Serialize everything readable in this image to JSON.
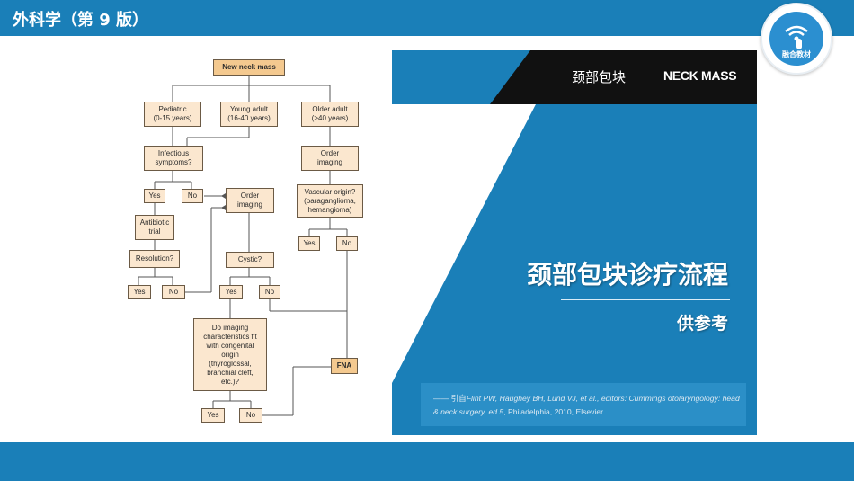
{
  "header": {
    "title": "外科学（第 9 版）"
  },
  "logo": {
    "label": "融合教材"
  },
  "flowchart": {
    "start": "New neck mass",
    "pediatric": "Pediatric\n(0-15 years)",
    "young_adult": "Young adult\n(16-40 years)",
    "older_adult": "Older adult\n(>40 years)",
    "infectious": "Infectious\nsymptoms?",
    "yes1": "Yes",
    "no1": "No",
    "order_imaging_left": "Order\nimaging",
    "antibiotic": "Antibiotic\ntrial",
    "resolution": "Resolution?",
    "yes2": "Yes",
    "no2": "No",
    "cystic": "Cystic?",
    "yes3": "Yes",
    "no3": "No",
    "congenital": "Do imaging\ncharacteristics fit\nwith congenital\norigin\n(thyroglossal,\nbranchial cleft,\netc.)?",
    "yes4": "Yes",
    "no4": "No",
    "order_imaging_right": "Order\nimaging",
    "vascular": "Vascular origin?\n(paraganglioma,\nhemangioma)",
    "yes5": "Yes",
    "no5": "No",
    "fna": "FNA"
  },
  "panel": {
    "caption_cn": "颈部包块",
    "caption_en": "NECK MASS",
    "title": "颈部包块诊疗流程",
    "subtitle": "供参考",
    "citation_prefix": "—— 引自",
    "citation_italic": "Flint PW, Haughey BH, Lund VJ, et al., editors: Cummings otolaryngology: head & neck surgery, ed 5",
    "citation_suffix": ", Philadelphia, 2010, Elsevier"
  },
  "colors": {
    "brand_blue": "#1a7fb8",
    "box_fill": "#fbe7cf",
    "box_fill_bold": "#f4c98f"
  }
}
